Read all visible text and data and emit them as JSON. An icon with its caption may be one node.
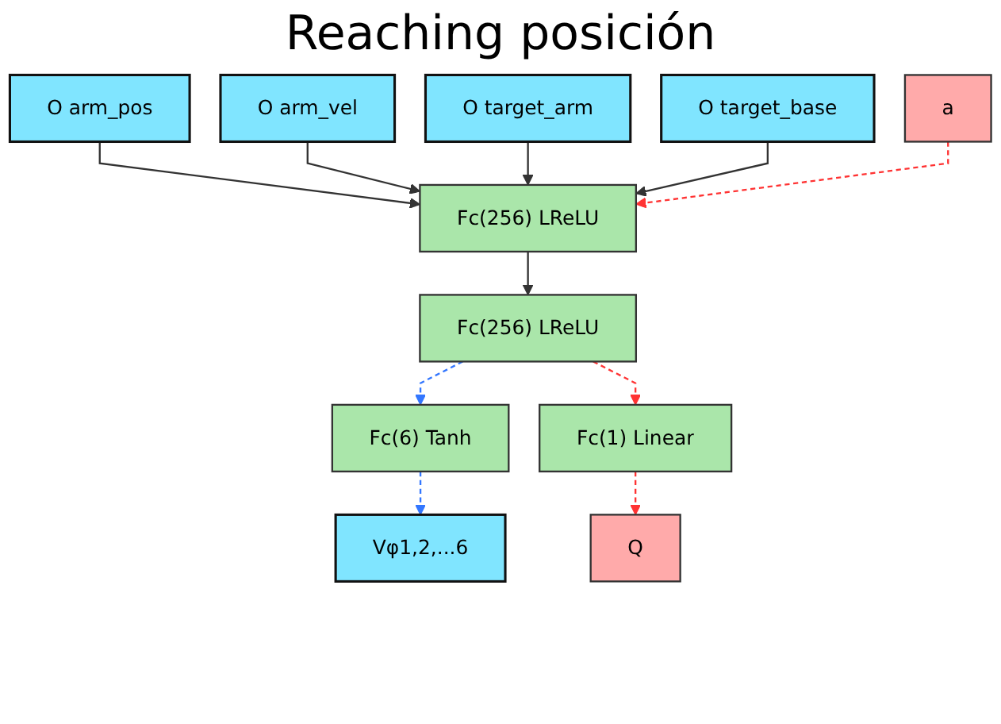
{
  "diagram": {
    "title": "Reaching posición",
    "nodes": [
      {
        "text": [
          "O arm_pos"
        ]
      },
      {
        "text": [
          "O arm_vel"
        ]
      },
      {
        "text": [
          "O target_arm"
        ]
      },
      {
        "text": [
          "O target_base"
        ]
      },
      {
        "text": [
          "a"
        ]
      },
      {
        "text": [
          "Fc(256) LReLU"
        ]
      },
      {
        "text": [
          "Fc(256) LReLU"
        ]
      },
      {
        "text": [
          "Fc(6) Tanh"
        ]
      },
      {
        "text": [
          "Fc(1) Linear"
        ]
      },
      {
        "text": [
          "Vφ1,2,...6"
        ]
      },
      {
        "text": [
          "Q"
        ]
      }
    ],
    "edges": [
      {
        "from": 0,
        "to": 5,
        "arrow": "to"
      },
      {
        "from": 1,
        "to": 5,
        "arrow": "to"
      },
      {
        "from": 2,
        "to": 5,
        "arrow": "to"
      },
      {
        "from": 3,
        "to": 5,
        "arrow": "to"
      },
      {
        "from": 4,
        "to": 5,
        "arrow": "to",
        "style": "dashed",
        "color": "#ff3333"
      },
      {
        "from": 5,
        "to": 6,
        "arrow": "to"
      },
      {
        "from": 6,
        "to": 7,
        "arrow": "to",
        "style": "dashed",
        "color": "#3377ff"
      },
      {
        "from": 6,
        "to": 8,
        "arrow": "to",
        "style": "dashed",
        "color": "#ff3333"
      },
      {
        "from": 7,
        "to": 9,
        "arrow": "to",
        "style": "dashed",
        "color": "#3377ff"
      },
      {
        "from": 8,
        "to": 10,
        "arrow": "to",
        "style": "dashed",
        "color": "#ff3333"
      }
    ]
  }
}
